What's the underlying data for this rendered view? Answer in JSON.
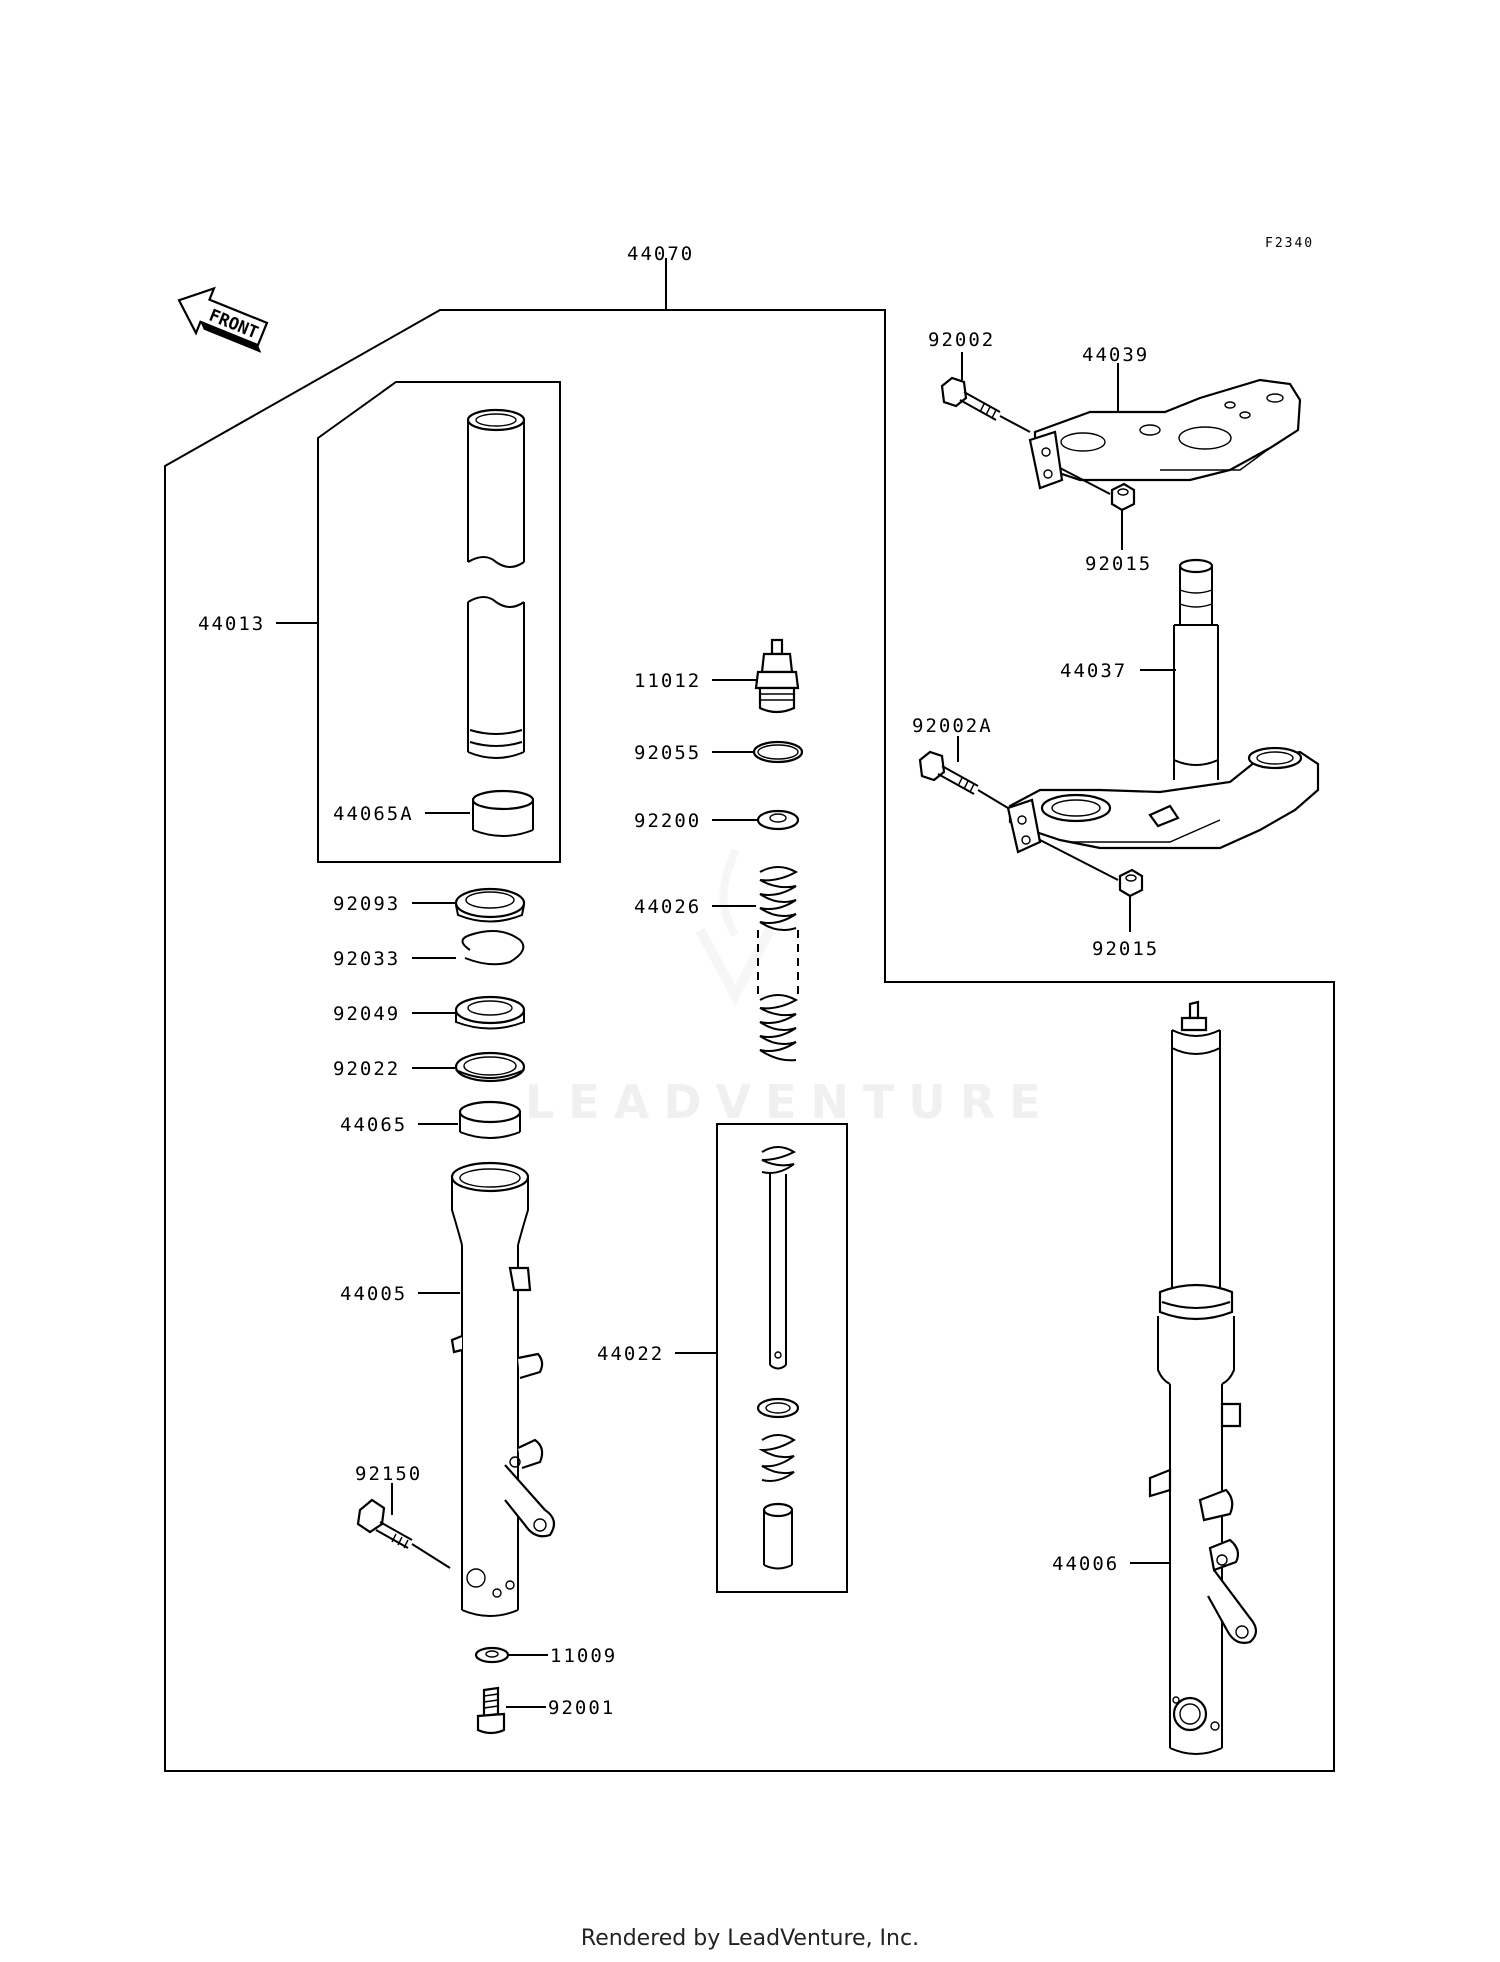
{
  "diagram_code": "F2340",
  "direction_label": "FRONT",
  "watermark": "LEADVENTURE",
  "footer": "Rendered by LeadVenture, Inc.",
  "labels": {
    "assembly": "44070",
    "top_bolt": "92002",
    "upper_bracket": "44039",
    "upper_nut": "92015",
    "stem": "44037",
    "lower_bolt": "92002A",
    "lower_nut": "92015",
    "inner_tube": "44013",
    "inner_bushing": "44065A",
    "cap_bolt": "11012",
    "oring": "92055",
    "collar": "92200",
    "spring": "44026",
    "dust_seal": "92093",
    "circlip": "92033",
    "oil_seal": "92049",
    "washer": "92022",
    "outer_bushing": "44065",
    "outer_tube_left": "44005",
    "damper": "44022",
    "axle_bolt": "92150",
    "gasket": "11009",
    "bottom_bolt": "92001",
    "outer_tube_right": "44006"
  }
}
